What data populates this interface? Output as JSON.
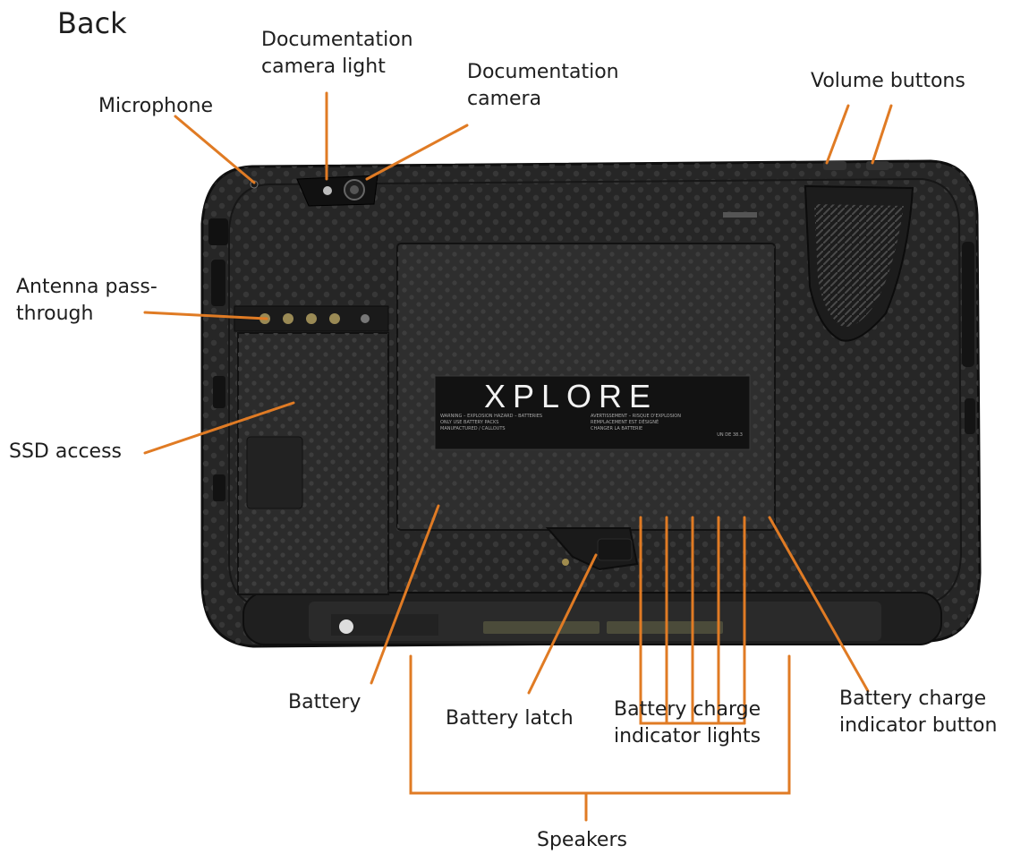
{
  "title": "Back",
  "brand": {
    "logo_text": "XPLORE",
    "label_text": [
      "WARNING – EXPLOSION HAZARD – BATTERIES",
      "ONLY USE BATTERY PACKS",
      "MANUFACTURED / CALLOUTS",
      "AVERTISSEMENT – RISQUE D'EXPLOSION",
      "REMPLACEMENT EST DÉSIGNÉ",
      "CHANGER LA BATTERIE",
      "UN DE 38.3"
    ]
  },
  "callouts": {
    "microphone": "Microphone",
    "doc_camera_light": [
      "Documentation",
      "camera light"
    ],
    "doc_camera": [
      "Documentation",
      "camera"
    ],
    "volume_buttons": "Volume buttons",
    "antenna": [
      "Antenna pass-",
      "through"
    ],
    "ssd_access": "SSD access",
    "battery": "Battery",
    "battery_latch": "Battery latch",
    "charge_lights": [
      "Battery charge",
      "indicator lights"
    ],
    "charge_button": [
      "Battery charge",
      "indicator button"
    ],
    "speakers": "Speakers"
  },
  "colors": {
    "leader": "#e07b24",
    "body": "#262626",
    "body_edge": "#0f0f0f",
    "battery_panel": "#2e2e2e",
    "text": "#1e1e1e"
  }
}
